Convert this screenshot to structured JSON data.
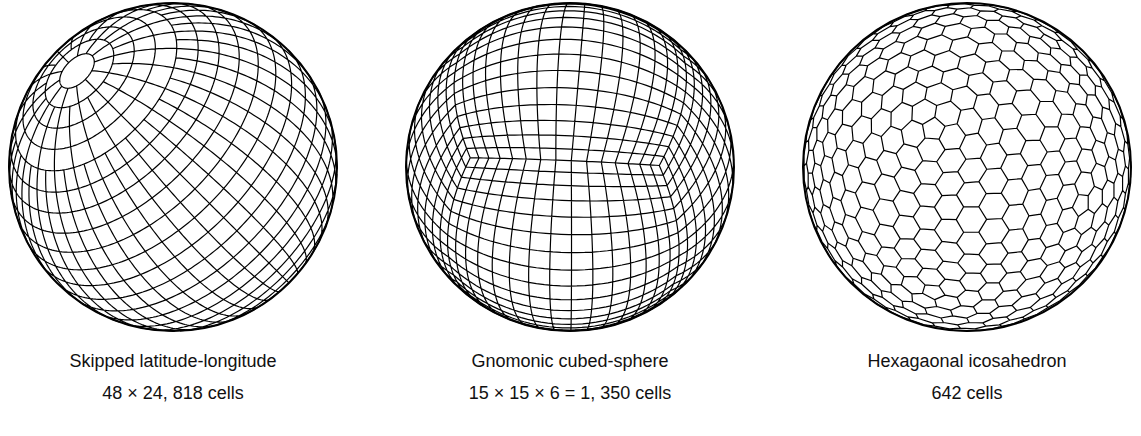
{
  "diagram": {
    "labels": [
      "Skipped latitude-longitude",
      "48 × 24, 818 cells",
      "Gnomonic cubed-sphere",
      "15 × 15 × 6 = 1, 350 cells",
      "Hexagaonal icosahedron",
      "642 cells"
    ]
  }
}
